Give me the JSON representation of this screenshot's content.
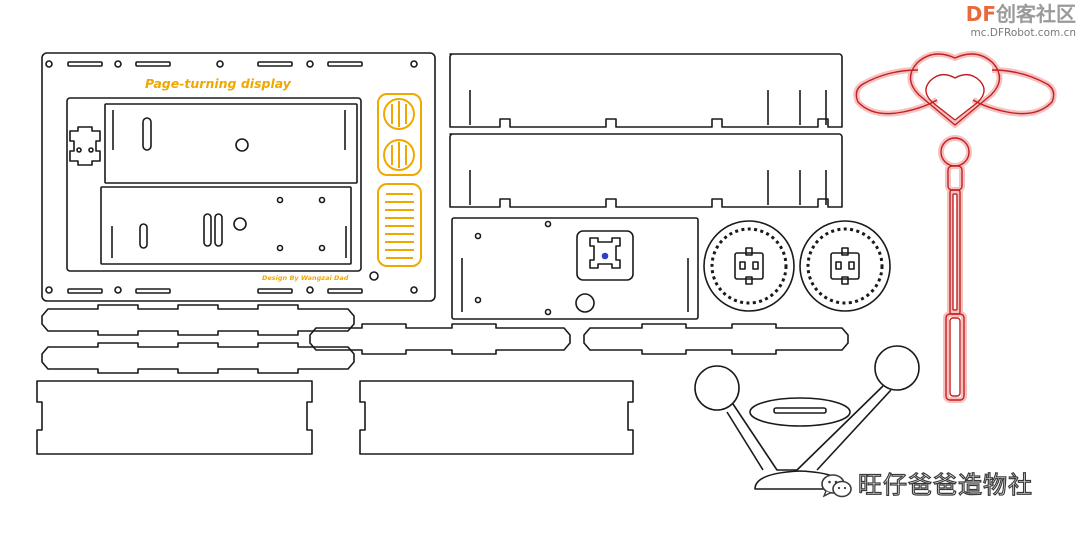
{
  "watermark": {
    "brand_prefix": "DF",
    "brand_suffix": "创客社区",
    "url": "mc.DFRobot.com.cn",
    "wechat_account": "旺仔爸爸造物社",
    "wechat_icon": "wechat-icon"
  },
  "panel": {
    "title": "Page-turning display",
    "credit": "Design By Wangzai Dad"
  },
  "colors": {
    "outline": "#1a1a1a",
    "engrave": "#f0a800",
    "wand_glow": "#f2a0a0",
    "wand_line": "#c42020",
    "brand_accent": "#e86a3c",
    "brand_gray": "#9a9a9a"
  }
}
